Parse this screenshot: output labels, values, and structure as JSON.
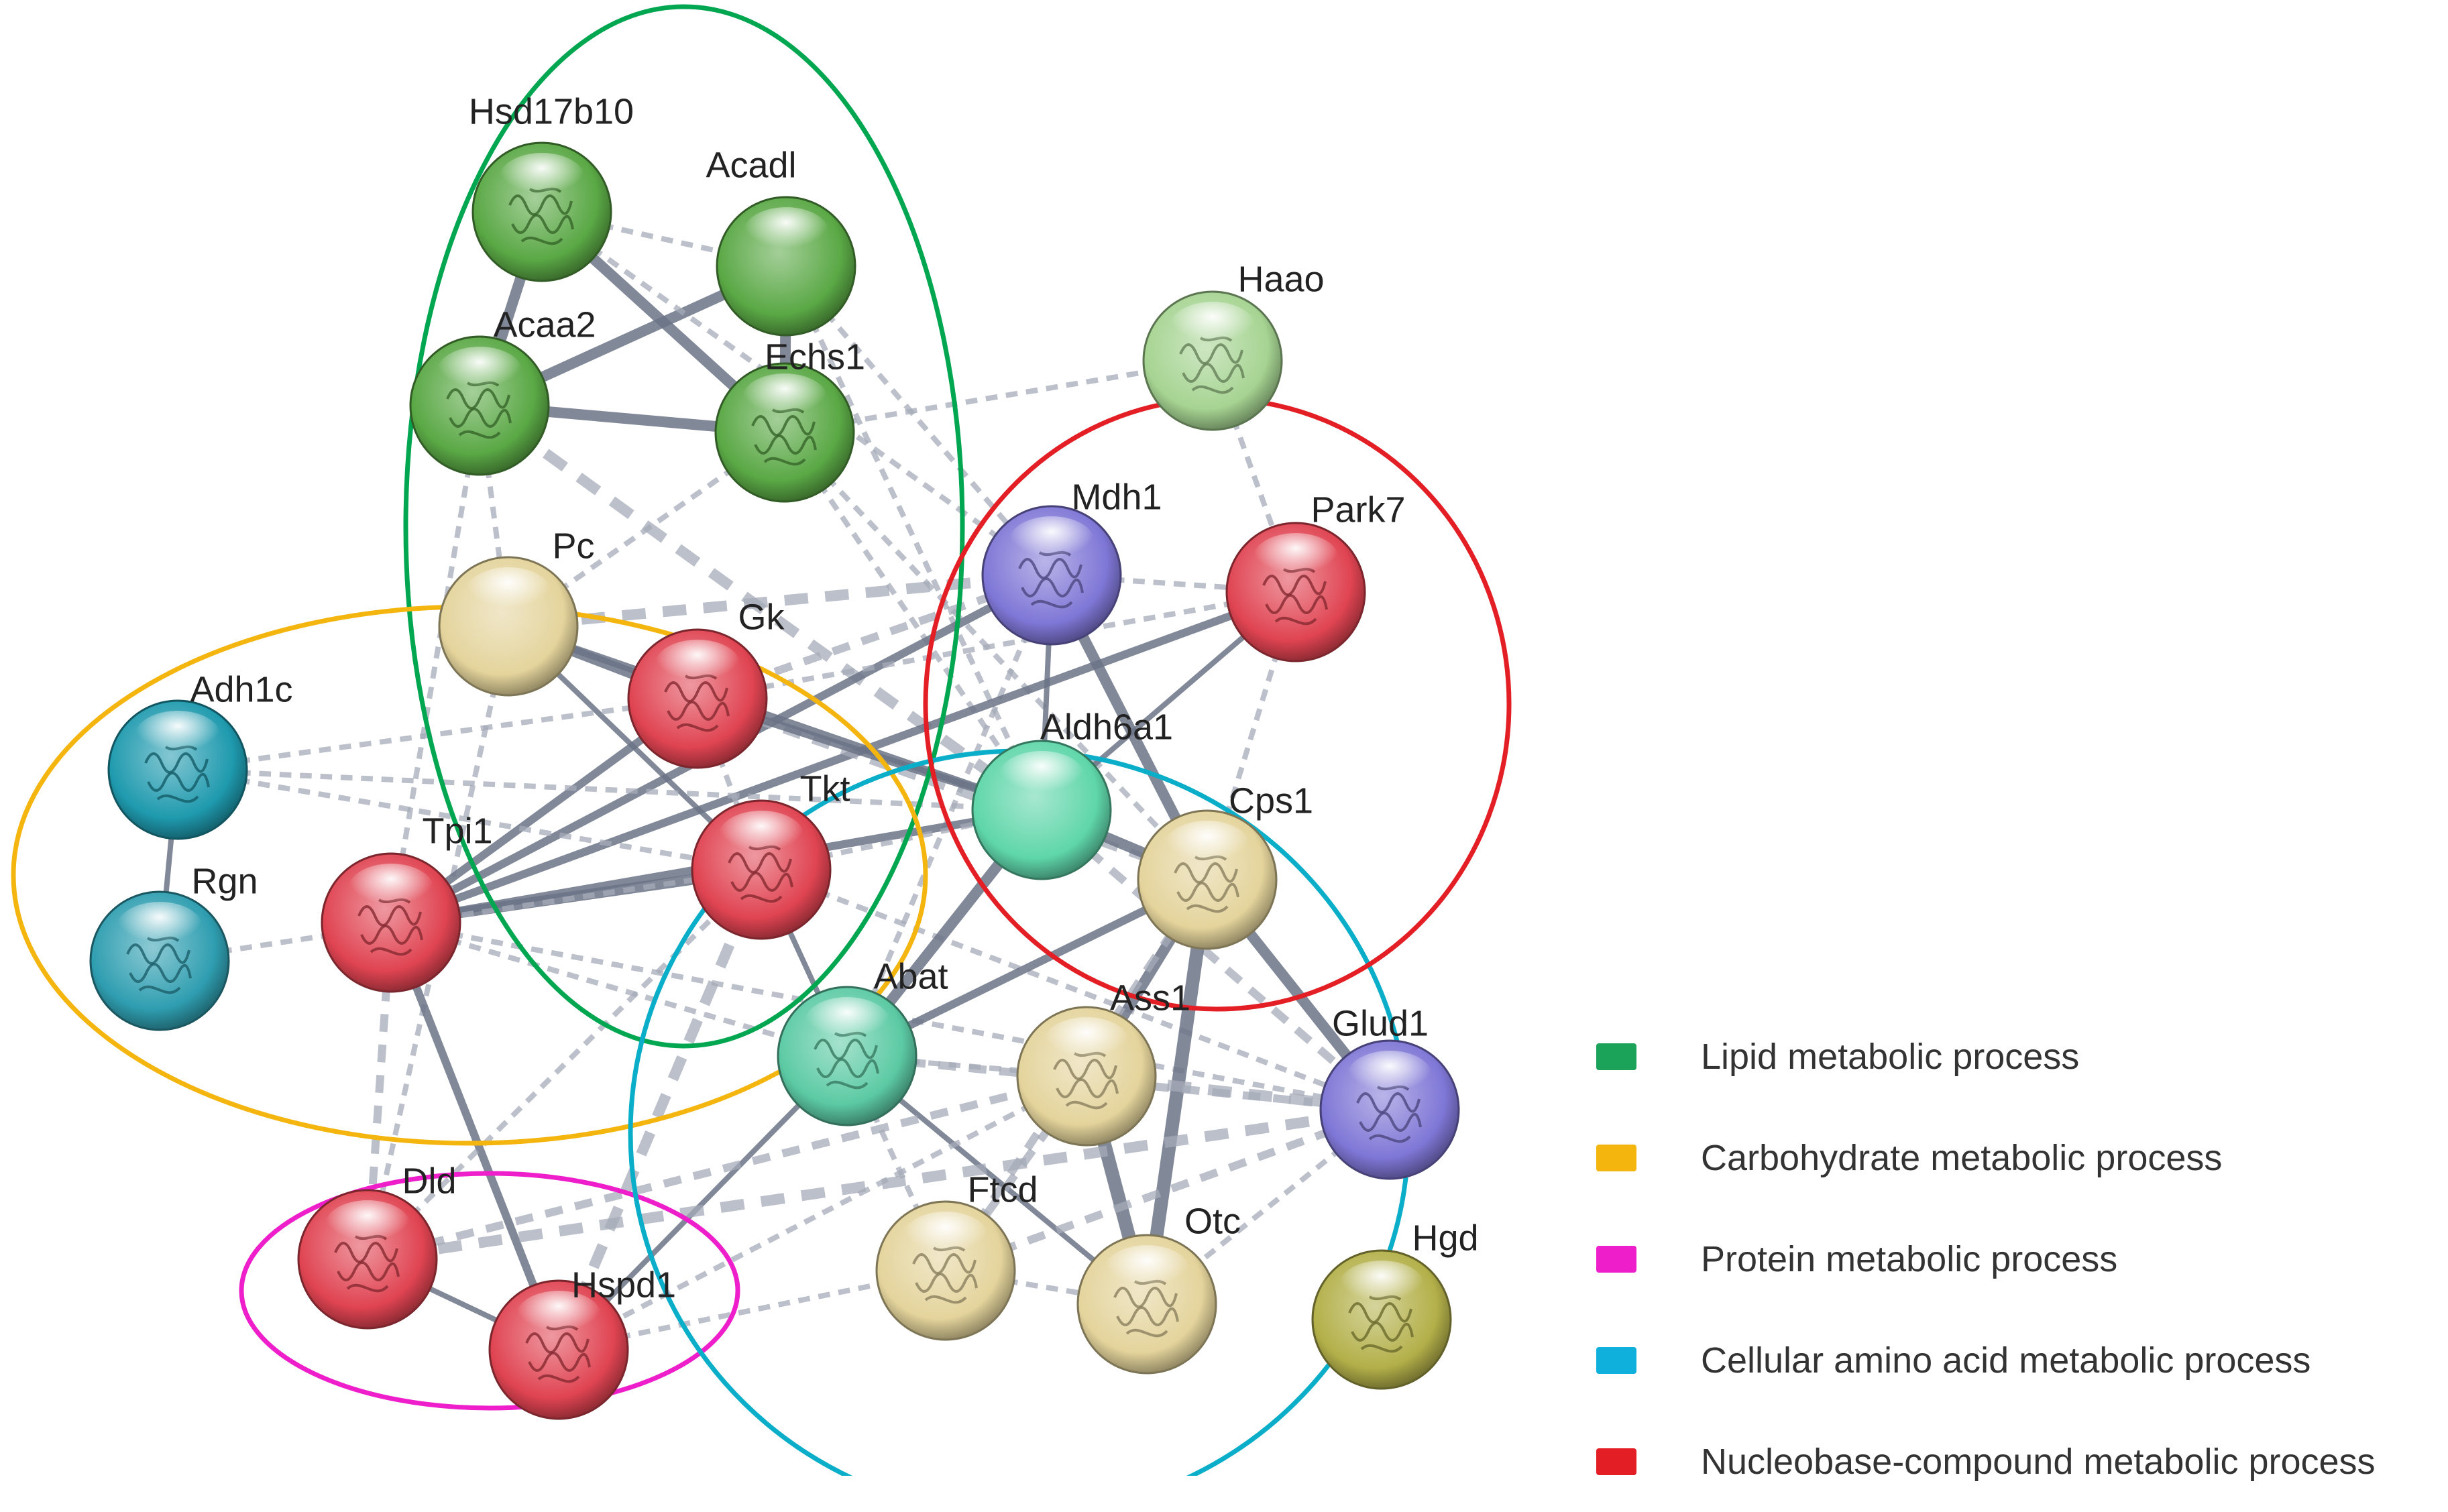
{
  "diagram": {
    "nodes": [
      {
        "id": "Hsd17b10",
        "label": "Hsd17b10",
        "color": "#5aa845",
        "structure": true
      },
      {
        "id": "Acadl",
        "label": "Acadl",
        "color": "#5aa845",
        "structure": false
      },
      {
        "id": "Acaa2",
        "label": "Acaa2",
        "color": "#5aa845",
        "structure": true
      },
      {
        "id": "Echs1",
        "label": "Echs1",
        "color": "#5aa845",
        "structure": true
      },
      {
        "id": "Haao",
        "label": "Haao",
        "color": "#a6d492",
        "structure": true
      },
      {
        "id": "Mdh1",
        "label": "Mdh1",
        "color": "#7f77d6",
        "structure": true
      },
      {
        "id": "Park7",
        "label": "Park7",
        "color": "#e04452",
        "structure": true
      },
      {
        "id": "Pc",
        "label": "Pc",
        "color": "#e4d49c",
        "structure": false
      },
      {
        "id": "Gk",
        "label": "Gk",
        "color": "#e04452",
        "structure": true
      },
      {
        "id": "Adh1c",
        "label": "Adh1c",
        "color": "#1f9aae",
        "structure": true
      },
      {
        "id": "Aldh6a1",
        "label": "Aldh6a1",
        "color": "#5fd6aa",
        "structure": false
      },
      {
        "id": "Tkt",
        "label": "Tkt",
        "color": "#e04452",
        "structure": true
      },
      {
        "id": "Cps1",
        "label": "Cps1",
        "color": "#e4d49c",
        "structure": true
      },
      {
        "id": "Tpi1",
        "label": "Tpi1",
        "color": "#e04452",
        "structure": true
      },
      {
        "id": "Rgn",
        "label": "Rgn",
        "color": "#2f9eb0",
        "structure": true
      },
      {
        "id": "Abat",
        "label": "Abat",
        "color": "#5ccaa4",
        "structure": true
      },
      {
        "id": "Ass1",
        "label": "Ass1",
        "color": "#e4d49c",
        "structure": true
      },
      {
        "id": "Glud1",
        "label": "Glud1",
        "color": "#7f77d6",
        "structure": true
      },
      {
        "id": "Dld",
        "label": "Dld",
        "color": "#e04452",
        "structure": true
      },
      {
        "id": "Ftcd",
        "label": "Ftcd",
        "color": "#e4d49c",
        "structure": true
      },
      {
        "id": "Otc",
        "label": "Otc",
        "color": "#e4d49c",
        "structure": true
      },
      {
        "id": "Hgd",
        "label": "Hgd",
        "color": "#b3b04a",
        "structure": true
      },
      {
        "id": "Hspd1",
        "label": "Hspd1",
        "color": "#e04452",
        "structure": true
      }
    ],
    "edges": [
      {
        "source": "Hsd17b10",
        "target": "Acaa2",
        "style": "solid",
        "weight": 3
      },
      {
        "source": "Hsd17b10",
        "target": "Echs1",
        "style": "solid",
        "weight": 3
      },
      {
        "source": "Acaa2",
        "target": "Acadl",
        "style": "solid",
        "weight": 3
      },
      {
        "source": "Acaa2",
        "target": "Echs1",
        "style": "solid",
        "weight": 3
      },
      {
        "source": "Acadl",
        "target": "Echs1",
        "style": "solid",
        "weight": 3
      },
      {
        "source": "Hsd17b10",
        "target": "Acadl",
        "style": "dashed",
        "weight": 1
      },
      {
        "source": "Hsd17b10",
        "target": "Mdh1",
        "style": "dashed",
        "weight": 1
      },
      {
        "source": "Acadl",
        "target": "Mdh1",
        "style": "dashed",
        "weight": 1
      },
      {
        "source": "Acadl",
        "target": "Aldh6a1",
        "style": "dashed",
        "weight": 1
      },
      {
        "source": "Echs1",
        "target": "Haao",
        "style": "dashed",
        "weight": 1
      },
      {
        "source": "Echs1",
        "target": "Aldh6a1",
        "style": "dashed",
        "weight": 1
      },
      {
        "source": "Echs1",
        "target": "Cps1",
        "style": "dashed",
        "weight": 1
      },
      {
        "source": "Echs1",
        "target": "Pc",
        "style": "dashed",
        "weight": 1
      },
      {
        "source": "Acaa2",
        "target": "Aldh6a1",
        "style": "dashed",
        "weight": 3
      },
      {
        "source": "Acaa2",
        "target": "Pc",
        "style": "dashed",
        "weight": 1
      },
      {
        "source": "Acaa2",
        "target": "Tpi1",
        "style": "dashed",
        "weight": 1
      },
      {
        "source": "Haao",
        "target": "Park7",
        "style": "dashed",
        "weight": 1
      },
      {
        "source": "Mdh1",
        "target": "Park7",
        "style": "dashed",
        "weight": 1
      },
      {
        "source": "Mdh1",
        "target": "Cps1",
        "style": "solid",
        "weight": 3
      },
      {
        "source": "Mdh1",
        "target": "Aldh6a1",
        "style": "solid",
        "weight": 1
      },
      {
        "source": "Mdh1",
        "target": "Pc",
        "style": "dashed",
        "weight": 3
      },
      {
        "source": "Mdh1",
        "target": "Tpi1",
        "style": "solid",
        "weight": 2
      },
      {
        "source": "Mdh1",
        "target": "Gk",
        "style": "dashed",
        "weight": 2
      },
      {
        "source": "Mdh1",
        "target": "Abat",
        "style": "dashed",
        "weight": 1
      },
      {
        "source": "Park7",
        "target": "Tpi1",
        "style": "solid",
        "weight": 2
      },
      {
        "source": "Park7",
        "target": "Gk",
        "style": "dashed",
        "weight": 1
      },
      {
        "source": "Park7",
        "target": "Cps1",
        "style": "dashed",
        "weight": 1
      },
      {
        "source": "Park7",
        "target": "Aldh6a1",
        "style": "solid",
        "weight": 1
      },
      {
        "source": "Pc",
        "target": "Gk",
        "style": "solid",
        "weight": 3
      },
      {
        "source": "Pc",
        "target": "Tkt",
        "style": "solid",
        "weight": 1
      },
      {
        "source": "Pc",
        "target": "Dld",
        "style": "dashed",
        "weight": 1
      },
      {
        "source": "Pc",
        "target": "Aldh6a1",
        "style": "solid",
        "weight": 2
      },
      {
        "source": "Gk",
        "target": "Tpi1",
        "style": "solid",
        "weight": 2
      },
      {
        "source": "Gk",
        "target": "Tkt",
        "style": "dashed",
        "weight": 1
      },
      {
        "source": "Gk",
        "target": "Cps1",
        "style": "dashed",
        "weight": 2
      },
      {
        "source": "Gk",
        "target": "Aldh6a1",
        "style": "solid",
        "weight": 2
      },
      {
        "source": "Adh1c",
        "target": "Rgn",
        "style": "solid",
        "weight": 1
      },
      {
        "source": "Adh1c",
        "target": "Gk",
        "style": "dashed",
        "weight": 1
      },
      {
        "source": "Adh1c",
        "target": "Tkt",
        "style": "dashed",
        "weight": 1
      },
      {
        "source": "Adh1c",
        "target": "Aldh6a1",
        "style": "dashed",
        "weight": 1
      },
      {
        "source": "Tpi1",
        "target": "Tkt",
        "style": "solid",
        "weight": 3
      },
      {
        "source": "Tpi1",
        "target": "Dld",
        "style": "dashed",
        "weight": 2
      },
      {
        "source": "Tpi1",
        "target": "Hspd1",
        "style": "solid",
        "weight": 2
      },
      {
        "source": "Tpi1",
        "target": "Abat",
        "style": "dashed",
        "weight": 1
      },
      {
        "source": "Tpi1",
        "target": "Aldh6a1",
        "style": "solid",
        "weight": 2
      },
      {
        "source": "Tpi1",
        "target": "Glud1",
        "style": "dashed",
        "weight": 1
      },
      {
        "source": "Rgn",
        "target": "Tkt",
        "style": "dashed",
        "weight": 1
      },
      {
        "source": "Tkt",
        "target": "Hspd1",
        "style": "dashed",
        "weight": 3
      },
      {
        "source": "Tkt",
        "target": "Abat",
        "style": "solid",
        "weight": 1
      },
      {
        "source": "Tkt",
        "target": "Aldh6a1",
        "style": "dashed",
        "weight": 1
      },
      {
        "source": "Tkt",
        "target": "Glud1",
        "style": "dashed",
        "weight": 1
      },
      {
        "source": "Aldh6a1",
        "target": "Cps1",
        "style": "solid",
        "weight": 3
      },
      {
        "source": "Aldh6a1",
        "target": "Abat",
        "style": "solid",
        "weight": 3
      },
      {
        "source": "Aldh6a1",
        "target": "Glud1",
        "style": "dashed",
        "weight": 2
      },
      {
        "source": "Cps1",
        "target": "Ass1",
        "style": "solid",
        "weight": 3
      },
      {
        "source": "Cps1",
        "target": "Otc",
        "style": "solid",
        "weight": 4
      },
      {
        "source": "Cps1",
        "target": "Glud1",
        "style": "solid",
        "weight": 3
      },
      {
        "source": "Cps1",
        "target": "Abat",
        "style": "solid",
        "weight": 2
      },
      {
        "source": "Cps1",
        "target": "Ftcd",
        "style": "dashed",
        "weight": 2
      },
      {
        "source": "Abat",
        "target": "Ass1",
        "style": "dashed",
        "weight": 1
      },
      {
        "source": "Abat",
        "target": "Glud1",
        "style": "dashed",
        "weight": 2
      },
      {
        "source": "Abat",
        "target": "Hspd1",
        "style": "solid",
        "weight": 1
      },
      {
        "source": "Abat",
        "target": "Ftcd",
        "style": "dashed",
        "weight": 1
      },
      {
        "source": "Abat",
        "target": "Otc",
        "style": "solid",
        "weight": 1
      },
      {
        "source": "Ass1",
        "target": "Otc",
        "style": "solid",
        "weight": 4
      },
      {
        "source": "Ass1",
        "target": "Glud1",
        "style": "dashed",
        "weight": 3
      },
      {
        "source": "Ass1",
        "target": "Ftcd",
        "style": "dashed",
        "weight": 2
      },
      {
        "source": "Ass1",
        "target": "Hspd1",
        "style": "dashed",
        "weight": 1
      },
      {
        "source": "Glud1",
        "target": "Ftcd",
        "style": "dashed",
        "weight": 2
      },
      {
        "source": "Glud1",
        "target": "Otc",
        "style": "dashed",
        "weight": 1
      },
      {
        "source": "Glud1",
        "target": "Dld",
        "style": "dashed",
        "weight": 3
      },
      {
        "source": "Dld",
        "target": "Hspd1",
        "style": "solid",
        "weight": 1
      },
      {
        "source": "Dld",
        "target": "Tkt",
        "style": "dashed",
        "weight": 1
      },
      {
        "source": "Dld",
        "target": "Ass1",
        "style": "dashed",
        "weight": 2
      },
      {
        "source": "Hspd1",
        "target": "Ftcd",
        "style": "dashed",
        "weight": 1
      },
      {
        "source": "Ftcd",
        "target": "Otc",
        "style": "dashed",
        "weight": 1
      }
    ],
    "clusters": [
      {
        "id": "lipid",
        "color": "#00a650"
      },
      {
        "id": "carbohydrate",
        "color": "#f5b50f"
      },
      {
        "id": "protein",
        "color": "#ee1ecb"
      },
      {
        "id": "amino",
        "color": "#0aaec8"
      },
      {
        "id": "nucleobase",
        "color": "#e31e24"
      }
    ]
  },
  "legend": {
    "items": [
      {
        "label": "Lipid metabolic process",
        "color": "#1ba35a"
      },
      {
        "label": "Carbohydrate metabolic process",
        "color": "#f5b50f"
      },
      {
        "label": "Protein metabolic process",
        "color": "#ee1ecb"
      },
      {
        "label": "Cellular amino acid metabolic process",
        "color": "#0fb0dc"
      },
      {
        "label": "Nucleobase-compound metabolic process",
        "color": "#e31e24"
      }
    ]
  }
}
